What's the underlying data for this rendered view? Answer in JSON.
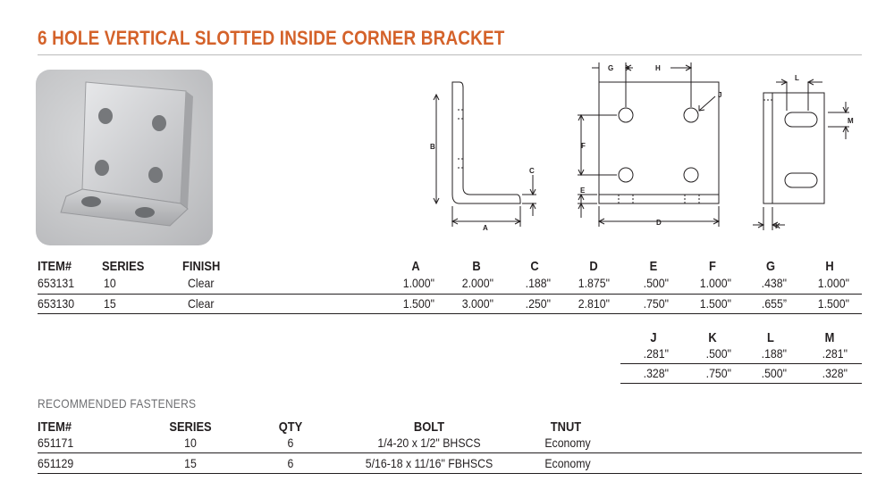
{
  "title": "6 HOLE VERTICAL SLOTTED INSIDE CORNER BRACKET",
  "accent_color": "#d4622a",
  "drawing_labels": {
    "A": "A",
    "B": "B",
    "C": "C",
    "D": "D",
    "E": "E",
    "F": "F",
    "G": "G",
    "H": "H",
    "J": "J",
    "K": "K",
    "L": "L",
    "M": "M"
  },
  "specs": {
    "headers": {
      "item": "ITEM#",
      "series": "SERIES",
      "finish": "FINISH",
      "A": "A",
      "B": "B",
      "C": "C",
      "D": "D",
      "E": "E",
      "F": "F",
      "G": "G",
      "H": "H"
    },
    "rows": [
      {
        "item": "653131",
        "series": "10",
        "finish": "Clear",
        "A": "1.000\"",
        "B": "2.000\"",
        "C": ".188\"",
        "D": "1.875\"",
        "E": ".500\"",
        "F": "1.000\"",
        "G": ".438\"",
        "H": "1.000\""
      },
      {
        "item": "653130",
        "series": "15",
        "finish": "Clear",
        "A": "1.500\"",
        "B": "3.000\"",
        "C": ".250\"",
        "D": "2.810\"",
        "E": ".750\"",
        "F": "1.500\"",
        "G": ".655”",
        "H": "1.500\""
      }
    ]
  },
  "specs2": {
    "headers": {
      "J": "J",
      "K": "K",
      "L": "L",
      "M": "M"
    },
    "rows": [
      {
        "J": ".281\"",
        "K": ".500\"",
        "L": ".188\"",
        "M": ".281\""
      },
      {
        "J": ".328\"",
        "K": ".750\"",
        "L": ".500\"",
        "M": ".328\""
      }
    ]
  },
  "fasteners": {
    "heading": "RECOMMENDED FASTENERS",
    "headers": {
      "item": "ITEM#",
      "series": "SERIES",
      "qty": "QTY",
      "bolt": "BOLT",
      "tnut": "TNUT"
    },
    "rows": [
      {
        "item": "651171",
        "series": "10",
        "qty": "6",
        "bolt": "1/4-20 x 1/2\" BHSCS",
        "tnut": "Economy"
      },
      {
        "item": "651129",
        "series": "15",
        "qty": "6",
        "bolt": "5/16-18 x 11/16\" FBHSCS",
        "tnut": "Economy"
      }
    ]
  }
}
